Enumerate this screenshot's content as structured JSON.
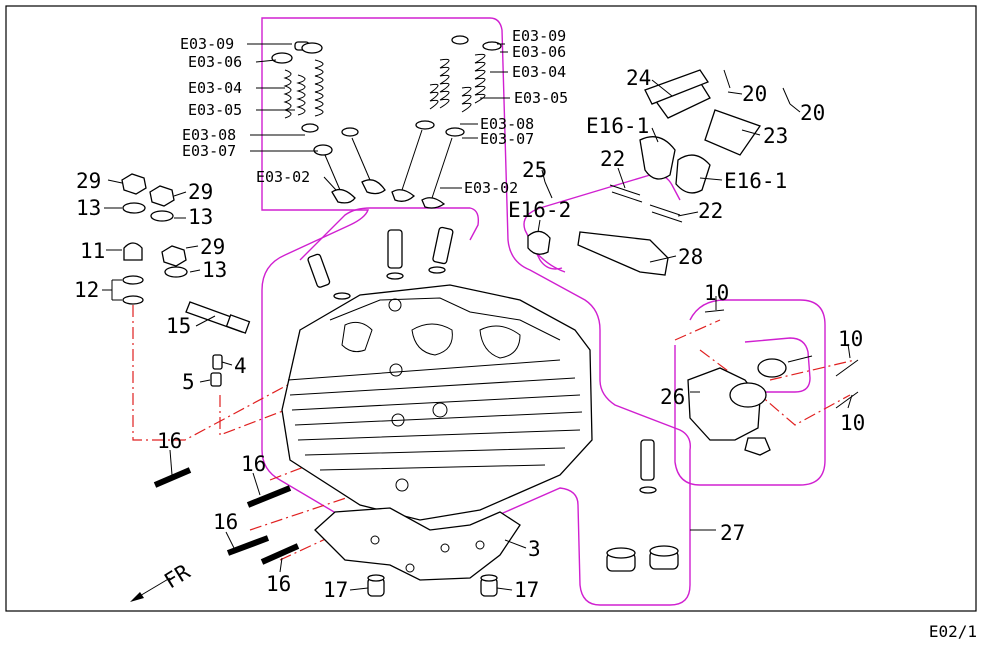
{
  "page_id": "E02/1",
  "direction_label": "FR",
  "labels": {
    "e03_09_a": "E03-09",
    "e03_06_a": "E03-06",
    "e03_04_a": "E03-04",
    "e03_05_a": "E03-05",
    "e03_08_a": "E03-08",
    "e03_07_a": "E03-07",
    "e03_02_a": "E03-02",
    "e03_09_b": "E03-09",
    "e03_06_b": "E03-06",
    "e03_04_b": "E03-04",
    "e03_05_b": "E03-05",
    "e03_08_b": "E03-08",
    "e03_07_b": "E03-07",
    "e03_02_b": "E03-02",
    "p29_a": "29",
    "p29_b": "29",
    "p29_c": "29",
    "p13_a": "13",
    "p13_b": "13",
    "p13_c": "13",
    "p11": "11",
    "p12": "12",
    "p15": "15",
    "p4": "4",
    "p5": "5",
    "p16_a": "16",
    "p16_b": "16",
    "p16_c": "16",
    "p16_d": "16",
    "p17_a": "17",
    "p17_b": "17",
    "p3": "3",
    "p24": "24",
    "p20_a": "20",
    "p20_b": "20",
    "p23": "23",
    "e16_1_a": "E16-1",
    "e16_1_b": "E16-1",
    "e16_2": "E16-2",
    "p25": "25",
    "p22_a": "22",
    "p22_b": "22",
    "p28": "28",
    "p10_a": "10",
    "p10_b": "10",
    "p10_c": "10",
    "p26": "26",
    "p27": "27"
  }
}
